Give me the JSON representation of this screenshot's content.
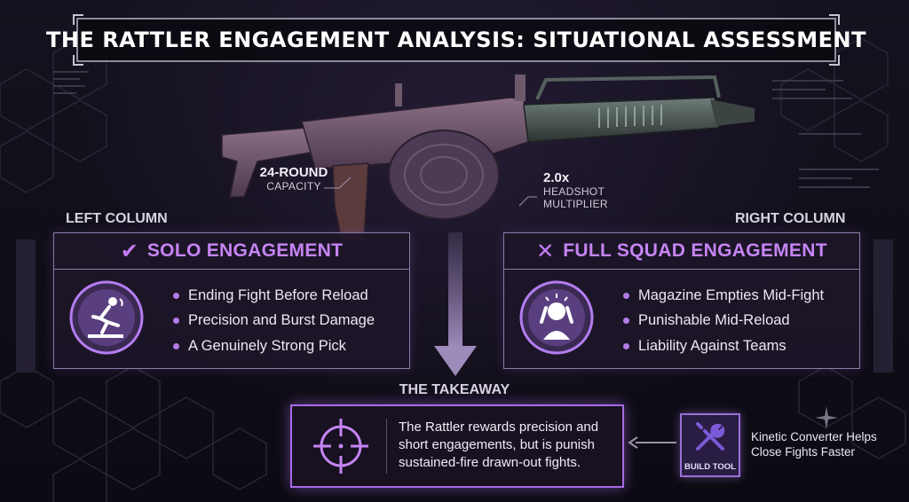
{
  "title": "THE RATTLER ENGAGEMENT ANALYSIS: SITUATIONAL ASSESSMENT",
  "callouts": {
    "capacity": {
      "value": "24-ROUND",
      "label": "CAPACITY"
    },
    "headshot": {
      "value": "2.0x",
      "label": "HEADSHOT MULTIPLIER"
    }
  },
  "left_column": {
    "label": "LEFT COLUMN",
    "heading": "SOLO ENGAGEMENT",
    "mark": "✔",
    "icon": "person-slipping-icon",
    "items": [
      "Ending Fight Before Reload",
      "Precision and Burst Damage",
      "A Genuinely Strong Pick"
    ]
  },
  "right_column": {
    "label": "RIGHT COLUMN",
    "heading": "FULL SQUAD ENGAGEMENT",
    "mark": "✕",
    "icon": "stressed-person-icon",
    "items": [
      "Magazine Empties Mid-Fight",
      "Punishable Mid-Reload",
      "Liability Against Teams"
    ]
  },
  "takeaway": {
    "label": "THE TAKEAWAY",
    "icon": "crosshair-icon",
    "lines": [
      "The Rattler rewards precision and",
      "short engagements, but is punish",
      "sustained-fire drawn-out fights."
    ]
  },
  "build_tool": {
    "label": "BUILD TOOL",
    "icon": "wrench-screwdriver-icon",
    "lines": [
      "Kinetic Converter Helps",
      "Close Fights Faster"
    ]
  },
  "colors": {
    "accent": "#c684f4",
    "border": "#8c7ba8",
    "background": "#0d0b14"
  }
}
